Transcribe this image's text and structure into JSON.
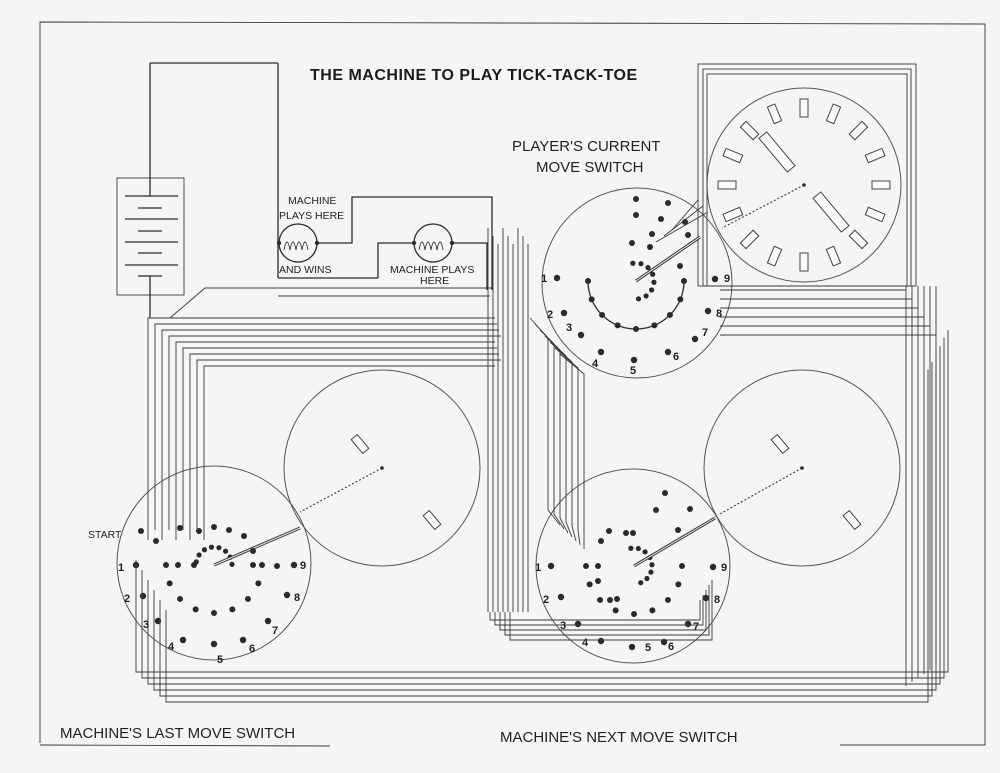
{
  "diagram": {
    "title": "THE MACHINE TO PLAY TICK-TACK-TOE",
    "labels": {
      "lamp_win_top": [
        "MACHINE",
        "PLAYS HERE"
      ],
      "lamp_win_bottom": "AND WINS",
      "lamp_play": [
        "MACHINE PLAYS",
        "HERE"
      ],
      "player_switch": [
        "PLAYER'S CURRENT",
        "MOVE SWITCH"
      ],
      "last_switch": "MACHINE'S LAST MOVE SWITCH",
      "next_switch": "MACHINE'S NEXT MOVE SWITCH",
      "start": "START"
    },
    "switch_position_numbers": [
      "1",
      "2",
      "3",
      "4",
      "5",
      "6",
      "7",
      "8",
      "9"
    ],
    "components": [
      {
        "name": "battery",
        "type": "battery",
        "cells": 4
      },
      {
        "name": "lamp-machine-plays-here-and-wins",
        "type": "lamp"
      },
      {
        "name": "lamp-machine-plays-here",
        "type": "lamp"
      },
      {
        "name": "players-current-move-switch",
        "type": "rotary-switch",
        "positions": 9
      },
      {
        "name": "machines-last-move-switch",
        "type": "rotary-switch",
        "positions": 9
      },
      {
        "name": "machines-next-move-switch",
        "type": "rotary-switch",
        "positions": 9
      },
      {
        "name": "dial-top-right",
        "type": "dial",
        "slots": 16
      },
      {
        "name": "dial-center",
        "type": "dial"
      },
      {
        "name": "dial-bottom-right",
        "type": "dial"
      }
    ],
    "colors": {
      "paper": "#f5f5f3",
      "ink": "#2b2b2b"
    }
  }
}
